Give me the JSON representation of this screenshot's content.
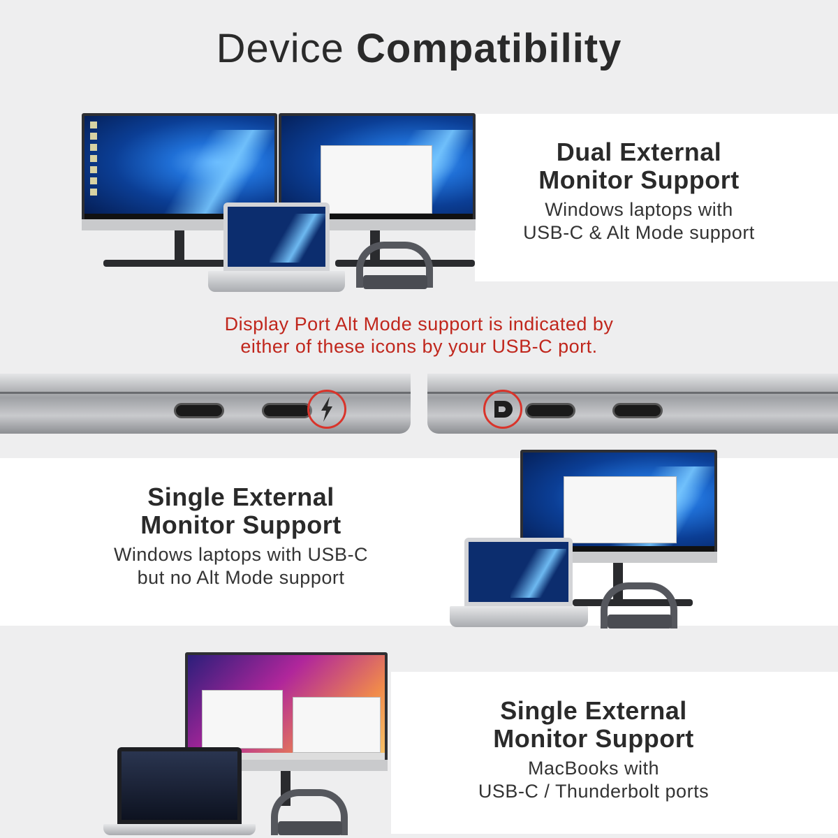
{
  "title": {
    "light": "Device",
    "bold": "Compatibility"
  },
  "dual": {
    "heading_line1": "Dual External",
    "heading_line2": "Monitor Support",
    "sub_line1": "Windows laptops with",
    "sub_line2": "USB-C & Alt Mode support"
  },
  "note": {
    "line1": "Display Port Alt Mode support is indicated by",
    "line2": "either of these icons by your USB-C port."
  },
  "single_windows": {
    "heading_line1": "Single External",
    "heading_line2": "Monitor Support",
    "sub_line1": "Windows laptops with USB-C",
    "sub_line2": "but no Alt Mode support"
  },
  "single_mac": {
    "heading_line1": "Single External",
    "heading_line2": "Monitor Support",
    "sub_line1": "MacBooks with",
    "sub_line2": "USB-C / Thunderbolt ports"
  },
  "icons": {
    "thunderbolt": "thunderbolt-icon",
    "displayport": "displayport-icon"
  },
  "colors": {
    "note_red": "#c0261c",
    "ring_red": "#d9342b",
    "background": "#eeeeef"
  }
}
